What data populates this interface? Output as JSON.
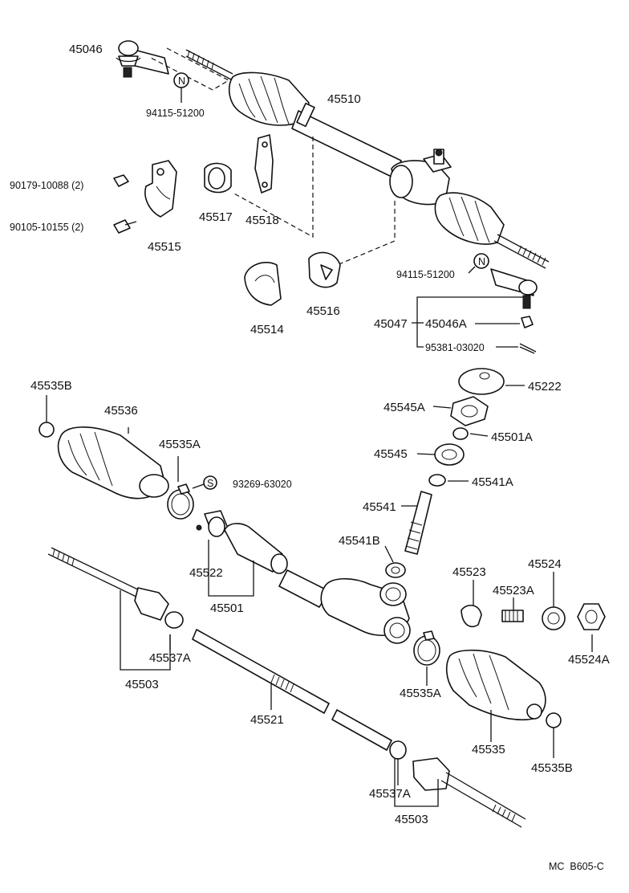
{
  "figure_code": "MC  B605-C",
  "callouts": [
    {
      "id": "c01",
      "text": "45046"
    },
    {
      "id": "c02",
      "text": "94115-51200"
    },
    {
      "id": "c03",
      "text": "45510"
    },
    {
      "id": "c04",
      "text": "90179-10088 (2)"
    },
    {
      "id": "c05",
      "text": "90105-10155 (2)"
    },
    {
      "id": "c06",
      "text": "45515"
    },
    {
      "id": "c07",
      "text": "45517"
    },
    {
      "id": "c08",
      "text": "45518"
    },
    {
      "id": "c09",
      "text": "45514"
    },
    {
      "id": "c10",
      "text": "45516"
    },
    {
      "id": "c11",
      "text": "94115-51200"
    },
    {
      "id": "c12",
      "text": "45047"
    },
    {
      "id": "c13",
      "text": "45046A"
    },
    {
      "id": "c14",
      "text": "95381-03020"
    },
    {
      "id": "c15",
      "text": "45535B"
    },
    {
      "id": "c16",
      "text": "45536"
    },
    {
      "id": "c17",
      "text": "45535A"
    },
    {
      "id": "c18",
      "text": "93269-63020"
    },
    {
      "id": "c19",
      "text": "45222"
    },
    {
      "id": "c20",
      "text": "45545A"
    },
    {
      "id": "c21",
      "text": "45501A"
    },
    {
      "id": "c22",
      "text": "45545"
    },
    {
      "id": "c23",
      "text": "45541A"
    },
    {
      "id": "c24",
      "text": "45541"
    },
    {
      "id": "c25",
      "text": "45541B"
    },
    {
      "id": "c26",
      "text": "45522"
    },
    {
      "id": "c27",
      "text": "45501"
    },
    {
      "id": "c28",
      "text": "45537A"
    },
    {
      "id": "c29",
      "text": "45503"
    },
    {
      "id": "c30",
      "text": "45523"
    },
    {
      "id": "c31",
      "text": "45524"
    },
    {
      "id": "c32",
      "text": "45523A"
    },
    {
      "id": "c33",
      "text": "45524A"
    },
    {
      "id": "c34",
      "text": "45535A"
    },
    {
      "id": "c35",
      "text": "45521"
    },
    {
      "id": "c36",
      "text": "45535"
    },
    {
      "id": "c37",
      "text": "45535B"
    },
    {
      "id": "c38",
      "text": "45537A"
    },
    {
      "id": "c39",
      "text": "45503"
    }
  ],
  "markers": {
    "n_symbol": "N",
    "s_symbol": "S"
  }
}
